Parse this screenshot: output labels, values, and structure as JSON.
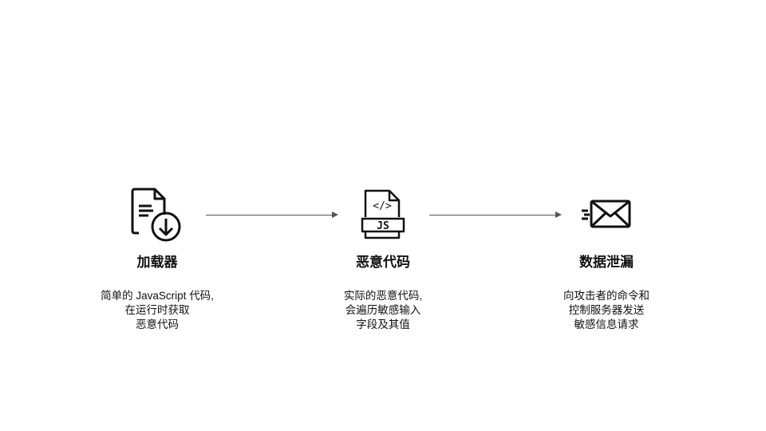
{
  "steps": [
    {
      "title": "加载器",
      "description": "简单的 JavaScript 代码,\n在运行时获取\n恶意代码",
      "icon": "file-download-icon"
    },
    {
      "title": "恶意代码",
      "description": "实际的恶意代码,\n会遍历敏感输入\n字段及其值",
      "icon": "js-file-icon",
      "badge": "JS",
      "code": "</>"
    },
    {
      "title": "数据泄漏",
      "description": "向攻击者的命令和\n控制服务器发送\n敏感信息请求",
      "icon": "send-mail-icon"
    }
  ]
}
